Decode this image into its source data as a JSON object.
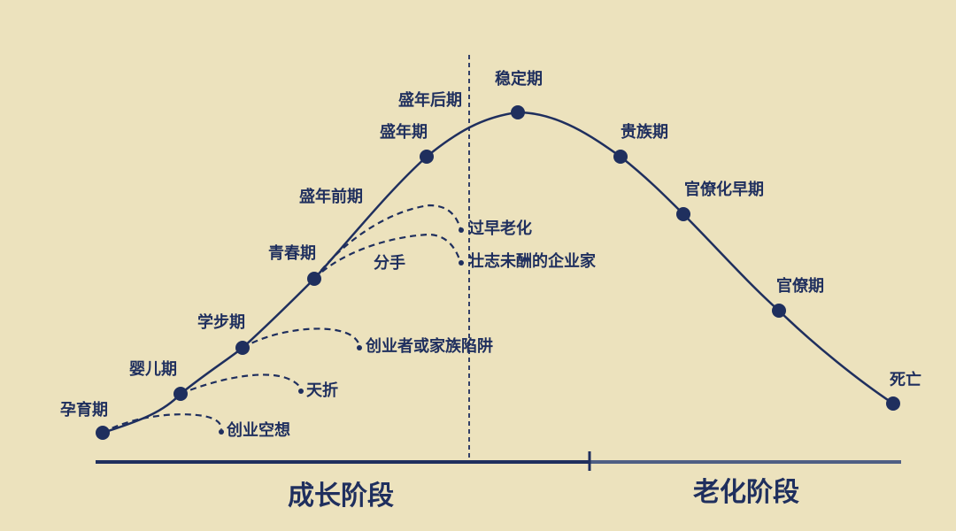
{
  "stages": {
    "conception": "孕育期",
    "infancy": "婴儿期",
    "toddler": "学步期",
    "adolescence": "青春期",
    "early_prime": "盛年前期",
    "prime": "盛年期",
    "late_prime": "盛年后期",
    "stable": "稳定期",
    "aristocracy": "贵族期",
    "early_bureaucracy": "官僚化早期",
    "bureaucracy": "官僚期",
    "death": "死亡"
  },
  "failure_paths": {
    "affair": "创业空想",
    "infant_mortality": "天折",
    "founder_trap": "创业者或家族陷阱",
    "divorce": "分手",
    "premature_aging": "过早老化",
    "unfulfilled": "壮志未酬的企业家"
  },
  "phases": {
    "growth": "成长阶段",
    "aging": "老化阶段"
  },
  "colors": {
    "background": "#ece2bd",
    "line": "#1f2f5e",
    "aging_bar": "#4f5f84"
  }
}
